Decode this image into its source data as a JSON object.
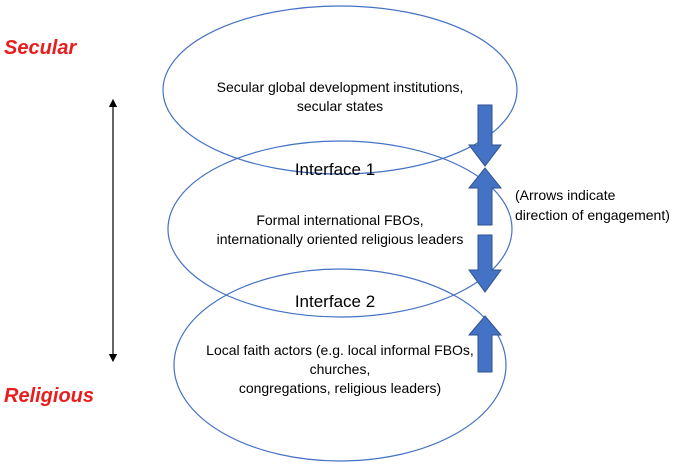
{
  "axis_labels": {
    "top": "Secular",
    "bottom": "Religious"
  },
  "levels": {
    "secular_box": {
      "line1": "Secular global development institutions,",
      "line2": "secular states"
    },
    "interface_1": "Interface 1",
    "formal_box": {
      "line1": "Formal international FBOs,",
      "line2": "internationally oriented religious leaders"
    },
    "interface_2": "Interface 2",
    "local_box": {
      "line1": "Local faith actors (e.g. local informal FBOs,",
      "line2": "churches,",
      "line3": "congregations, religious leaders)"
    }
  },
  "note": {
    "line1": "(Arrows indicate",
    "line2": "direction of engagement)"
  },
  "colors": {
    "ellipse_stroke": "#4472c4",
    "arrow_fill": "#4472c4",
    "arrow_stroke": "#2f528f",
    "axis_label": "#e81e1e"
  }
}
